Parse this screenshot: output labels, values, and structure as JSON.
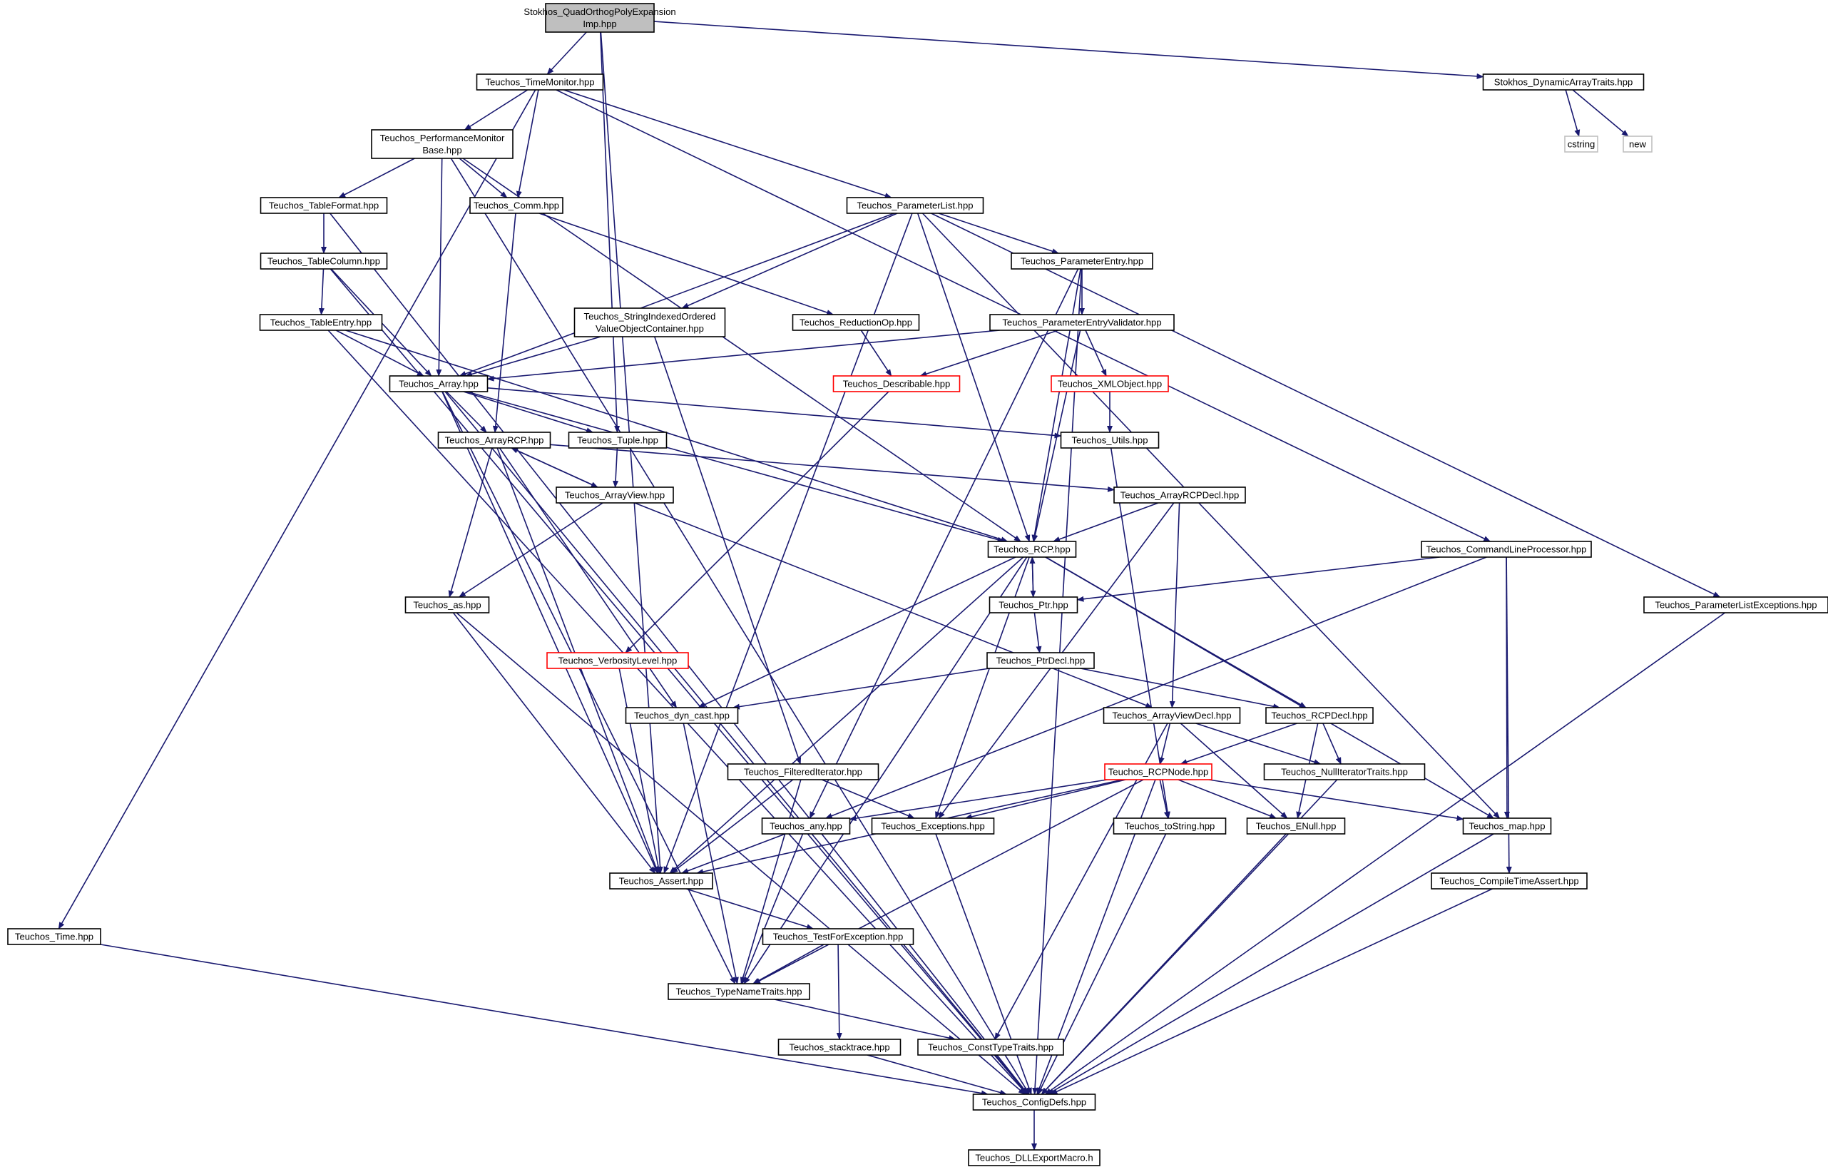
{
  "diagram": {
    "colors": {
      "edge": "#191970",
      "node_border": "#000000",
      "root_fill": "#bfbfbf",
      "incomplete_border": "#ff0000",
      "external_border": "#bfbfbf",
      "background": "#ffffff"
    },
    "nodes": [
      {
        "id": "n_quad",
        "lines": [
          "Stokhos_QuadOrthogPolyExpansion",
          "Imp.hpp"
        ],
        "style": "root"
      },
      {
        "id": "n_timemon",
        "lines": [
          "Teuchos_TimeMonitor.hpp"
        ]
      },
      {
        "id": "n_dynarr",
        "lines": [
          "Stokhos_DynamicArrayTraits.hpp"
        ]
      },
      {
        "id": "n_cstring",
        "lines": [
          "cstring"
        ],
        "style": "gray"
      },
      {
        "id": "n_new",
        "lines": [
          "new"
        ],
        "style": "gray"
      },
      {
        "id": "n_perfmon",
        "lines": [
          "Teuchos_PerformanceMonitor",
          "Base.hpp"
        ]
      },
      {
        "id": "n_tablefmt",
        "lines": [
          "Teuchos_TableFormat.hpp"
        ]
      },
      {
        "id": "n_comm",
        "lines": [
          "Teuchos_Comm.hpp"
        ]
      },
      {
        "id": "n_paramlist",
        "lines": [
          "Teuchos_ParameterList.hpp"
        ]
      },
      {
        "id": "n_tablecol",
        "lines": [
          "Teuchos_TableColumn.hpp"
        ]
      },
      {
        "id": "n_paramentry",
        "lines": [
          "Teuchos_ParameterEntry.hpp"
        ]
      },
      {
        "id": "n_tableentry",
        "lines": [
          "Teuchos_TableEntry.hpp"
        ]
      },
      {
        "id": "n_stridx",
        "lines": [
          "Teuchos_StringIndexedOrdered",
          "ValueObjectContainer.hpp"
        ]
      },
      {
        "id": "n_redop",
        "lines": [
          "Teuchos_ReductionOp.hpp"
        ]
      },
      {
        "id": "n_pev",
        "lines": [
          "Teuchos_ParameterEntryValidator.hpp"
        ]
      },
      {
        "id": "n_array",
        "lines": [
          "Teuchos_Array.hpp"
        ]
      },
      {
        "id": "n_describable",
        "lines": [
          "Teuchos_Describable.hpp"
        ],
        "style": "red"
      },
      {
        "id": "n_xmlobj",
        "lines": [
          "Teuchos_XMLObject.hpp"
        ],
        "style": "red"
      },
      {
        "id": "n_arrayrcp",
        "lines": [
          "Teuchos_ArrayRCP.hpp"
        ]
      },
      {
        "id": "n_tuple",
        "lines": [
          "Teuchos_Tuple.hpp"
        ]
      },
      {
        "id": "n_utils",
        "lines": [
          "Teuchos_Utils.hpp"
        ]
      },
      {
        "id": "n_arrayview",
        "lines": [
          "Teuchos_ArrayView.hpp"
        ]
      },
      {
        "id": "n_arcpdecl",
        "lines": [
          "Teuchos_ArrayRCPDecl.hpp"
        ]
      },
      {
        "id": "n_rcp",
        "lines": [
          "Teuchos_RCP.hpp"
        ]
      },
      {
        "id": "n_clp",
        "lines": [
          "Teuchos_CommandLineProcessor.hpp"
        ]
      },
      {
        "id": "n_ptr",
        "lines": [
          "Teuchos_Ptr.hpp"
        ]
      },
      {
        "id": "n_as",
        "lines": [
          "Teuchos_as.hpp"
        ]
      },
      {
        "id": "n_plexc",
        "lines": [
          "Teuchos_ParameterListExceptions.hpp"
        ]
      },
      {
        "id": "n_ptrdecl",
        "lines": [
          "Teuchos_PtrDecl.hpp"
        ]
      },
      {
        "id": "n_verb",
        "lines": [
          "Teuchos_VerbosityLevel.hpp"
        ],
        "style": "red"
      },
      {
        "id": "n_dyncast",
        "lines": [
          "Teuchos_dyn_cast.hpp"
        ]
      },
      {
        "id": "n_avdecl",
        "lines": [
          "Teuchos_ArrayViewDecl.hpp"
        ]
      },
      {
        "id": "n_rcpdecl",
        "lines": [
          "Teuchos_RCPDecl.hpp"
        ]
      },
      {
        "id": "n_filtit",
        "lines": [
          "Teuchos_FilteredIterator.hpp"
        ]
      },
      {
        "id": "n_rcpnode",
        "lines": [
          "Teuchos_RCPNode.hpp"
        ],
        "style": "red"
      },
      {
        "id": "n_nullit",
        "lines": [
          "Teuchos_NullIteratorTraits.hpp"
        ]
      },
      {
        "id": "n_any",
        "lines": [
          "Teuchos_any.hpp"
        ]
      },
      {
        "id": "n_exc",
        "lines": [
          "Teuchos_Exceptions.hpp"
        ]
      },
      {
        "id": "n_tostring",
        "lines": [
          "Teuchos_toString.hpp"
        ]
      },
      {
        "id": "n_enull",
        "lines": [
          "Teuchos_ENull.hpp"
        ]
      },
      {
        "id": "n_map",
        "lines": [
          "Teuchos_map.hpp"
        ]
      },
      {
        "id": "n_assert",
        "lines": [
          "Teuchos_Assert.hpp"
        ]
      },
      {
        "id": "n_cta",
        "lines": [
          "Teuchos_CompileTimeAssert.hpp"
        ]
      },
      {
        "id": "n_time",
        "lines": [
          "Teuchos_Time.hpp"
        ]
      },
      {
        "id": "n_tfe",
        "lines": [
          "Teuchos_TestForException.hpp"
        ]
      },
      {
        "id": "n_tnt",
        "lines": [
          "Teuchos_TypeNameTraits.hpp"
        ]
      },
      {
        "id": "n_st",
        "lines": [
          "Teuchos_stacktrace.hpp"
        ]
      },
      {
        "id": "n_ctt",
        "lines": [
          "Teuchos_ConstTypeTraits.hpp"
        ]
      },
      {
        "id": "n_config",
        "lines": [
          "Teuchos_ConfigDefs.hpp"
        ]
      },
      {
        "id": "n_dll",
        "lines": [
          "Teuchos_DLLExportMacro.h"
        ]
      }
    ],
    "edges": [
      [
        "n_quad",
        "n_timemon"
      ],
      [
        "n_quad",
        "n_dynarr"
      ],
      [
        "n_quad",
        "n_assert"
      ],
      [
        "n_quad",
        "n_tuple"
      ],
      [
        "n_dynarr",
        "n_cstring"
      ],
      [
        "n_dynarr",
        "n_new"
      ],
      [
        "n_timemon",
        "n_perfmon"
      ],
      [
        "n_timemon",
        "n_comm"
      ],
      [
        "n_timemon",
        "n_paramlist"
      ],
      [
        "n_timemon",
        "n_clp"
      ],
      [
        "n_timemon",
        "n_time"
      ],
      [
        "n_perfmon",
        "n_tablefmt"
      ],
      [
        "n_perfmon",
        "n_comm"
      ],
      [
        "n_perfmon",
        "n_array"
      ],
      [
        "n_perfmon",
        "n_rcp"
      ],
      [
        "n_perfmon",
        "n_config"
      ],
      [
        "n_tablefmt",
        "n_tablecol"
      ],
      [
        "n_tablefmt",
        "n_config"
      ],
      [
        "n_tablecol",
        "n_tableentry"
      ],
      [
        "n_tablecol",
        "n_array"
      ],
      [
        "n_tablecol",
        "n_config"
      ],
      [
        "n_tableentry",
        "n_array"
      ],
      [
        "n_tableentry",
        "n_rcp"
      ],
      [
        "n_tableentry",
        "n_config"
      ],
      [
        "n_comm",
        "n_redop"
      ],
      [
        "n_comm",
        "n_arrayrcp"
      ],
      [
        "n_paramlist",
        "n_paramentry"
      ],
      [
        "n_paramlist",
        "n_stridx"
      ],
      [
        "n_paramlist",
        "n_array"
      ],
      [
        "n_paramlist",
        "n_assert"
      ],
      [
        "n_paramlist",
        "n_rcp"
      ],
      [
        "n_paramlist",
        "n_map"
      ],
      [
        "n_paramlist",
        "n_plexc"
      ],
      [
        "n_paramentry",
        "n_pev"
      ],
      [
        "n_paramentry",
        "n_any"
      ],
      [
        "n_paramentry",
        "n_rcp"
      ],
      [
        "n_paramentry",
        "n_config"
      ],
      [
        "n_pev",
        "n_describable"
      ],
      [
        "n_pev",
        "n_xmlobj"
      ],
      [
        "n_pev",
        "n_array"
      ],
      [
        "n_pev",
        "n_rcp"
      ],
      [
        "n_stridx",
        "n_array"
      ],
      [
        "n_stridx",
        "n_filtit"
      ],
      [
        "n_redop",
        "n_describable"
      ],
      [
        "n_describable",
        "n_verb"
      ],
      [
        "n_xmlobj",
        "n_utils"
      ],
      [
        "n_utils",
        "n_tostring"
      ],
      [
        "n_array",
        "n_arrayrcp"
      ],
      [
        "n_array",
        "n_tuple"
      ],
      [
        "n_array",
        "n_utils"
      ],
      [
        "n_array",
        "n_assert"
      ],
      [
        "n_array",
        "n_tnt"
      ],
      [
        "n_array",
        "n_config"
      ],
      [
        "n_array",
        "n_rcp"
      ],
      [
        "n_tuple",
        "n_arrayview"
      ],
      [
        "n_arrayrcp",
        "n_arrayview"
      ],
      [
        "n_arrayrcp",
        "n_arcpdecl"
      ],
      [
        "n_arrayrcp",
        "n_as"
      ],
      [
        "n_arrayrcp",
        "n_assert"
      ],
      [
        "n_arrayrcp",
        "n_dyncast"
      ],
      [
        "n_arrayview",
        "n_arrayrcp"
      ],
      [
        "n_arrayview",
        "n_as"
      ],
      [
        "n_arrayview",
        "n_avdecl"
      ],
      [
        "n_arcpdecl",
        "n_rcp"
      ],
      [
        "n_arcpdecl",
        "n_avdecl"
      ],
      [
        "n_arcpdecl",
        "n_exc"
      ],
      [
        "n_rcp",
        "n_ptr"
      ],
      [
        "n_rcp",
        "n_rcpdecl"
      ],
      [
        "n_rcp",
        "n_dyncast"
      ],
      [
        "n_rcp",
        "n_assert"
      ],
      [
        "n_rcp",
        "n_exc"
      ],
      [
        "n_rcp",
        "n_map"
      ],
      [
        "n_rcp",
        "n_tnt"
      ],
      [
        "n_ptr",
        "n_rcp"
      ],
      [
        "n_ptr",
        "n_ptrdecl"
      ],
      [
        "n_ptrdecl",
        "n_rcpdecl"
      ],
      [
        "n_ptrdecl",
        "n_dyncast"
      ],
      [
        "n_clp",
        "n_ptr"
      ],
      [
        "n_clp",
        "n_any"
      ],
      [
        "n_clp",
        "n_map"
      ],
      [
        "n_clp",
        "n_cta"
      ],
      [
        "n_plexc",
        "n_config"
      ],
      [
        "n_as",
        "n_assert"
      ],
      [
        "n_as",
        "n_config"
      ],
      [
        "n_verb",
        "n_assert"
      ],
      [
        "n_dyncast",
        "n_tnt"
      ],
      [
        "n_avdecl",
        "n_rcpnode"
      ],
      [
        "n_avdecl",
        "n_nullit"
      ],
      [
        "n_avdecl",
        "n_enull"
      ],
      [
        "n_avdecl",
        "n_ctt"
      ],
      [
        "n_rcpdecl",
        "n_rcpnode"
      ],
      [
        "n_rcpdecl",
        "n_nullit"
      ],
      [
        "n_rcpdecl",
        "n_enull"
      ],
      [
        "n_rcpnode",
        "n_any"
      ],
      [
        "n_rcpnode",
        "n_exc"
      ],
      [
        "n_rcpnode",
        "n_tostring"
      ],
      [
        "n_rcpnode",
        "n_enull"
      ],
      [
        "n_rcpnode",
        "n_map"
      ],
      [
        "n_rcpnode",
        "n_assert"
      ],
      [
        "n_rcpnode",
        "n_tnt"
      ],
      [
        "n_rcpnode",
        "n_config"
      ],
      [
        "n_filtit",
        "n_assert"
      ],
      [
        "n_filtit",
        "n_exc"
      ],
      [
        "n_filtit",
        "n_tnt"
      ],
      [
        "n_any",
        "n_assert"
      ],
      [
        "n_any",
        "n_tnt"
      ],
      [
        "n_exc",
        "n_config"
      ],
      [
        "n_tostring",
        "n_config"
      ],
      [
        "n_enull",
        "n_config"
      ],
      [
        "n_nullit",
        "n_config"
      ],
      [
        "n_map",
        "n_config"
      ],
      [
        "n_cta",
        "n_config"
      ],
      [
        "n_assert",
        "n_tfe"
      ],
      [
        "n_tfe",
        "n_tnt"
      ],
      [
        "n_tfe",
        "n_st"
      ],
      [
        "n_tnt",
        "n_ctt"
      ],
      [
        "n_ctt",
        "n_config"
      ],
      [
        "n_st",
        "n_config"
      ],
      [
        "n_time",
        "n_config"
      ],
      [
        "n_config",
        "n_dll"
      ]
    ]
  }
}
